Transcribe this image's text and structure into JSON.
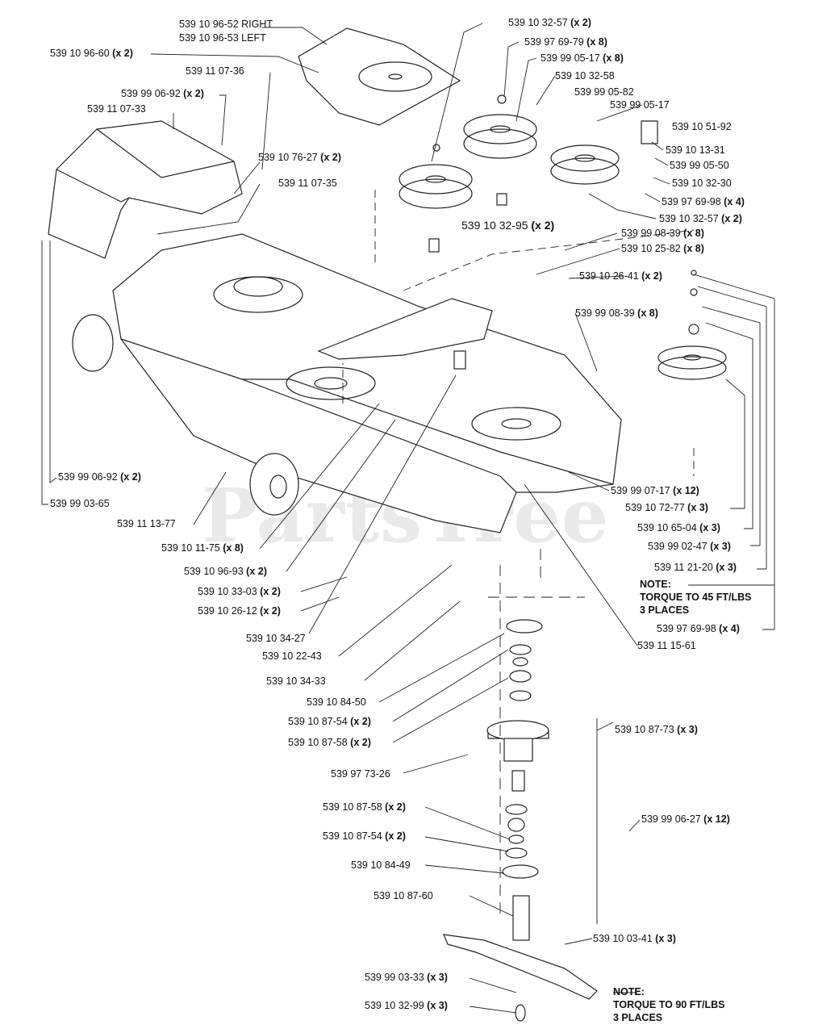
{
  "watermark": "PartsTree",
  "labels": [
    {
      "id": "p1",
      "part": "539 10 96-52 RIGHT",
      "qty": ""
    },
    {
      "id": "p2",
      "part": "539 10 96-53 LEFT",
      "qty": ""
    },
    {
      "id": "p3",
      "part": "539 10 96-60",
      "qty": "(x 2)"
    },
    {
      "id": "p4",
      "part": "539 11 07-36",
      "qty": ""
    },
    {
      "id": "p5",
      "part": "539 99 06-92",
      "qty": "(x 2)"
    },
    {
      "id": "p6",
      "part": "539 11 07-33",
      "qty": ""
    },
    {
      "id": "p7",
      "part": "539 10 76-27",
      "qty": "(x 2)"
    },
    {
      "id": "p8",
      "part": "539 11 07-35",
      "qty": ""
    },
    {
      "id": "p9",
      "part": "539 10 32-57",
      "qty": "(x 2)"
    },
    {
      "id": "p10",
      "part": "539 97 69-79",
      "qty": "(x 8)"
    },
    {
      "id": "p11",
      "part": "539 99 05-17",
      "qty": "(x 8)"
    },
    {
      "id": "p12",
      "part": "539 10 32-58",
      "qty": ""
    },
    {
      "id": "p13",
      "part": "539 99 05-82",
      "qty": ""
    },
    {
      "id": "p14",
      "part": "539 99 05-17",
      "qty": ""
    },
    {
      "id": "p15",
      "part": "539 10 51-92",
      "qty": ""
    },
    {
      "id": "p16",
      "part": "539 10 13-31",
      "qty": ""
    },
    {
      "id": "p17",
      "part": "539 99 05-50",
      "qty": ""
    },
    {
      "id": "p18",
      "part": "539 10 32-30",
      "qty": ""
    },
    {
      "id": "p19",
      "part": "539 97 69-98",
      "qty": "(x 4)"
    },
    {
      "id": "p20",
      "part": "539 10 32-57",
      "qty": "(x 2)"
    },
    {
      "id": "p21",
      "part": "539 10 32-95",
      "qty": "(x 2)"
    },
    {
      "id": "p22",
      "part": "539 99 08-39",
      "qty": "(x 8)"
    },
    {
      "id": "p23",
      "part": "539 10 25-82",
      "qty": "(x 8)"
    },
    {
      "id": "p24",
      "part": "539 10 26-41",
      "qty": "(x 2)"
    },
    {
      "id": "p25",
      "part": "539 99 08-39",
      "qty": "(x 8)"
    },
    {
      "id": "p26",
      "part": "539 99 06-92",
      "qty": "(x 2)"
    },
    {
      "id": "p27",
      "part": "539 99 03-65",
      "qty": ""
    },
    {
      "id": "p28",
      "part": "539 11 13-77",
      "qty": ""
    },
    {
      "id": "p29",
      "part": "539 10 11-75",
      "qty": "(x 8)"
    },
    {
      "id": "p30",
      "part": "539 10 96-93",
      "qty": "(x 2)"
    },
    {
      "id": "p31",
      "part": "539 10 33-03",
      "qty": "(x 2)"
    },
    {
      "id": "p32",
      "part": "539 10 26-12",
      "qty": "(x 2)"
    },
    {
      "id": "p33",
      "part": "539 10 34-27",
      "qty": ""
    },
    {
      "id": "p34",
      "part": "539 10 22-43",
      "qty": ""
    },
    {
      "id": "p35",
      "part": "539 10 34-33",
      "qty": ""
    },
    {
      "id": "p36",
      "part": "539 10 84-50",
      "qty": ""
    },
    {
      "id": "p37",
      "part": "539 10 87-54",
      "qty": "(x 2)"
    },
    {
      "id": "p38",
      "part": "539 10 87-58",
      "qty": "(x 2)"
    },
    {
      "id": "p39",
      "part": "539 97 73-26",
      "qty": ""
    },
    {
      "id": "p40",
      "part": "539 10 87-58",
      "qty": "(x 2)"
    },
    {
      "id": "p41",
      "part": "539 10 87-54",
      "qty": "(x 2)"
    },
    {
      "id": "p42",
      "part": "539 10 84-49",
      "qty": ""
    },
    {
      "id": "p43",
      "part": "539 10 87-60",
      "qty": ""
    },
    {
      "id": "p44",
      "part": "539 99 03-33",
      "qty": "(x 3)"
    },
    {
      "id": "p45",
      "part": "539 10 32-99",
      "qty": "(x 3)"
    },
    {
      "id": "p46",
      "part": "539 99 07-17",
      "qty": "(x 12)"
    },
    {
      "id": "p47",
      "part": "539 10 72-77",
      "qty": "(x 3)"
    },
    {
      "id": "p48",
      "part": "539 10 65-04",
      "qty": "(x 3)"
    },
    {
      "id": "p49",
      "part": "539 99 02-47",
      "qty": "(x 3)"
    },
    {
      "id": "p50",
      "part": "539 11 21-20",
      "qty": "(x 3)"
    },
    {
      "id": "p51",
      "part": "539 97 69-98",
      "qty": "(x 4)"
    },
    {
      "id": "p52",
      "part": "539 11 15-61",
      "qty": ""
    },
    {
      "id": "p53",
      "part": "539 10 87-73",
      "qty": "(x 3)"
    },
    {
      "id": "p54",
      "part": "539 99 06-27",
      "qty": "(x 12)"
    },
    {
      "id": "p55",
      "part": "539 10 03-41",
      "qty": "(x 3)"
    }
  ],
  "notes": {
    "note1": {
      "title": "NOTE:",
      "line1": "TORQUE TO 45 FT/LBS",
      "line2": "3 PLACES"
    },
    "note2": {
      "title": "NOTE:",
      "line1": "TORQUE TO 90 FT/LBS",
      "line2": "3 PLACES"
    }
  }
}
